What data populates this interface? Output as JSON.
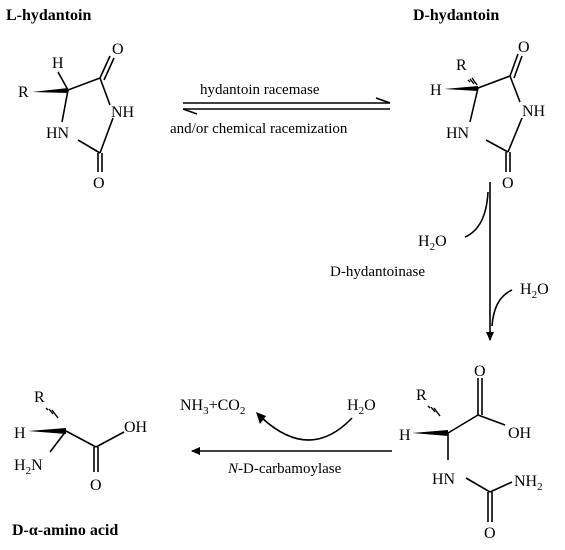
{
  "compounds": {
    "l_hydantoin": "L-hydantoin",
    "d_hydantoin": "D-hydantoin",
    "d_amino_acid": "D-α-amino acid"
  },
  "enzymes": {
    "racemase_line1": "hydantoin racemase",
    "racemase_line2": "and/or chemical racemization",
    "hydantoinase": "D-hydantoinase",
    "carbamoylase_prefix": "N",
    "carbamoylase_rest": "-D-carbamoylase"
  },
  "atoms": {
    "H": "H",
    "R": "R",
    "O": "O",
    "NH": "NH",
    "HN": "HN",
    "OH": "OH",
    "H2O_H": "H",
    "H2O_2": "2",
    "H2O_O": "O",
    "H2N_H": "H",
    "H2N_2": "2",
    "H2N_N": "N",
    "NH2_N": "NH",
    "NH2_2": "2",
    "NH3_NH": "NH",
    "NH3_3": "3",
    "CO2_plus": "+CO",
    "CO2_2": "2"
  }
}
